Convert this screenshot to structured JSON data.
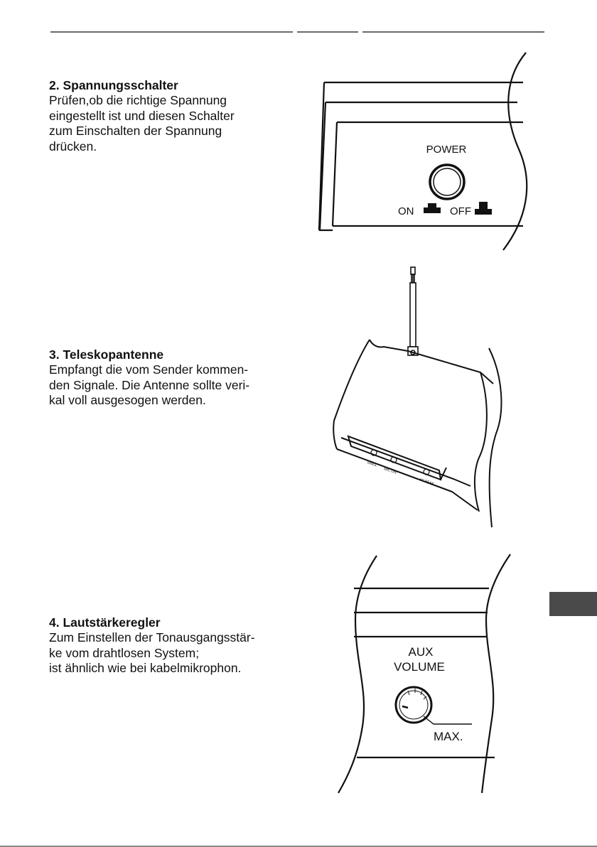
{
  "sections": [
    {
      "heading": "2. Spannungsschalter",
      "lines": [
        "Prüfen,ob die richtige Spannung",
        "eingestellt ist und diesen Schalter",
        "zum Einschalten der Spannung",
        "drücken."
      ]
    },
    {
      "heading": "3. Teleskopantenne",
      "lines": [
        "Empfangt die vom Sender kommen-",
        "den Signale. Die Antenne sollte veri-",
        "kal voll ausgesogen werden."
      ]
    },
    {
      "heading": "4. Lautstärkeregler",
      "lines": [
        "Zum Einstellen der Tonausgangsstär-",
        "ke vom drahtlosen System;",
        "ist ähnlich wie bei kabelmikrophon."
      ]
    }
  ],
  "figures": {
    "power": {
      "label": "POWER",
      "on_label": "ON",
      "off_label": "OFF"
    },
    "receiver": {
      "led1": "SINGL",
      "led2": "MIC ON",
      "led3": "AF PEAK"
    },
    "volume": {
      "label_line1": "AUX",
      "label_line2": "VOLUME",
      "max_label": "MAX."
    }
  }
}
